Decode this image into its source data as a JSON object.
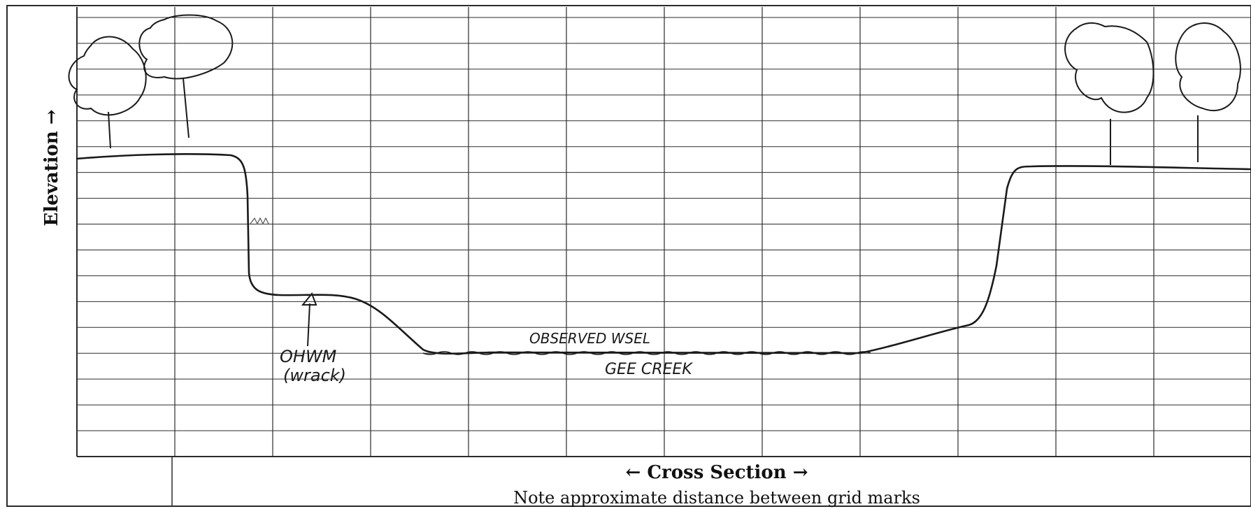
{
  "form": {
    "elevation_label": "Elevation →",
    "cross_section_label": "← Cross Section →",
    "distance_note": "Note approximate distance between grid marks"
  },
  "sketch": {
    "ohwm_label": "OHWM",
    "ohwm_note": "(wrack)",
    "water_surface_label": "OBSERVED   WSEL",
    "creek_name": "GEE   CREEK"
  },
  "colors": {
    "grid": "#2b2b2b",
    "ink": "#1a1a1a",
    "paper": "#ffffff"
  }
}
